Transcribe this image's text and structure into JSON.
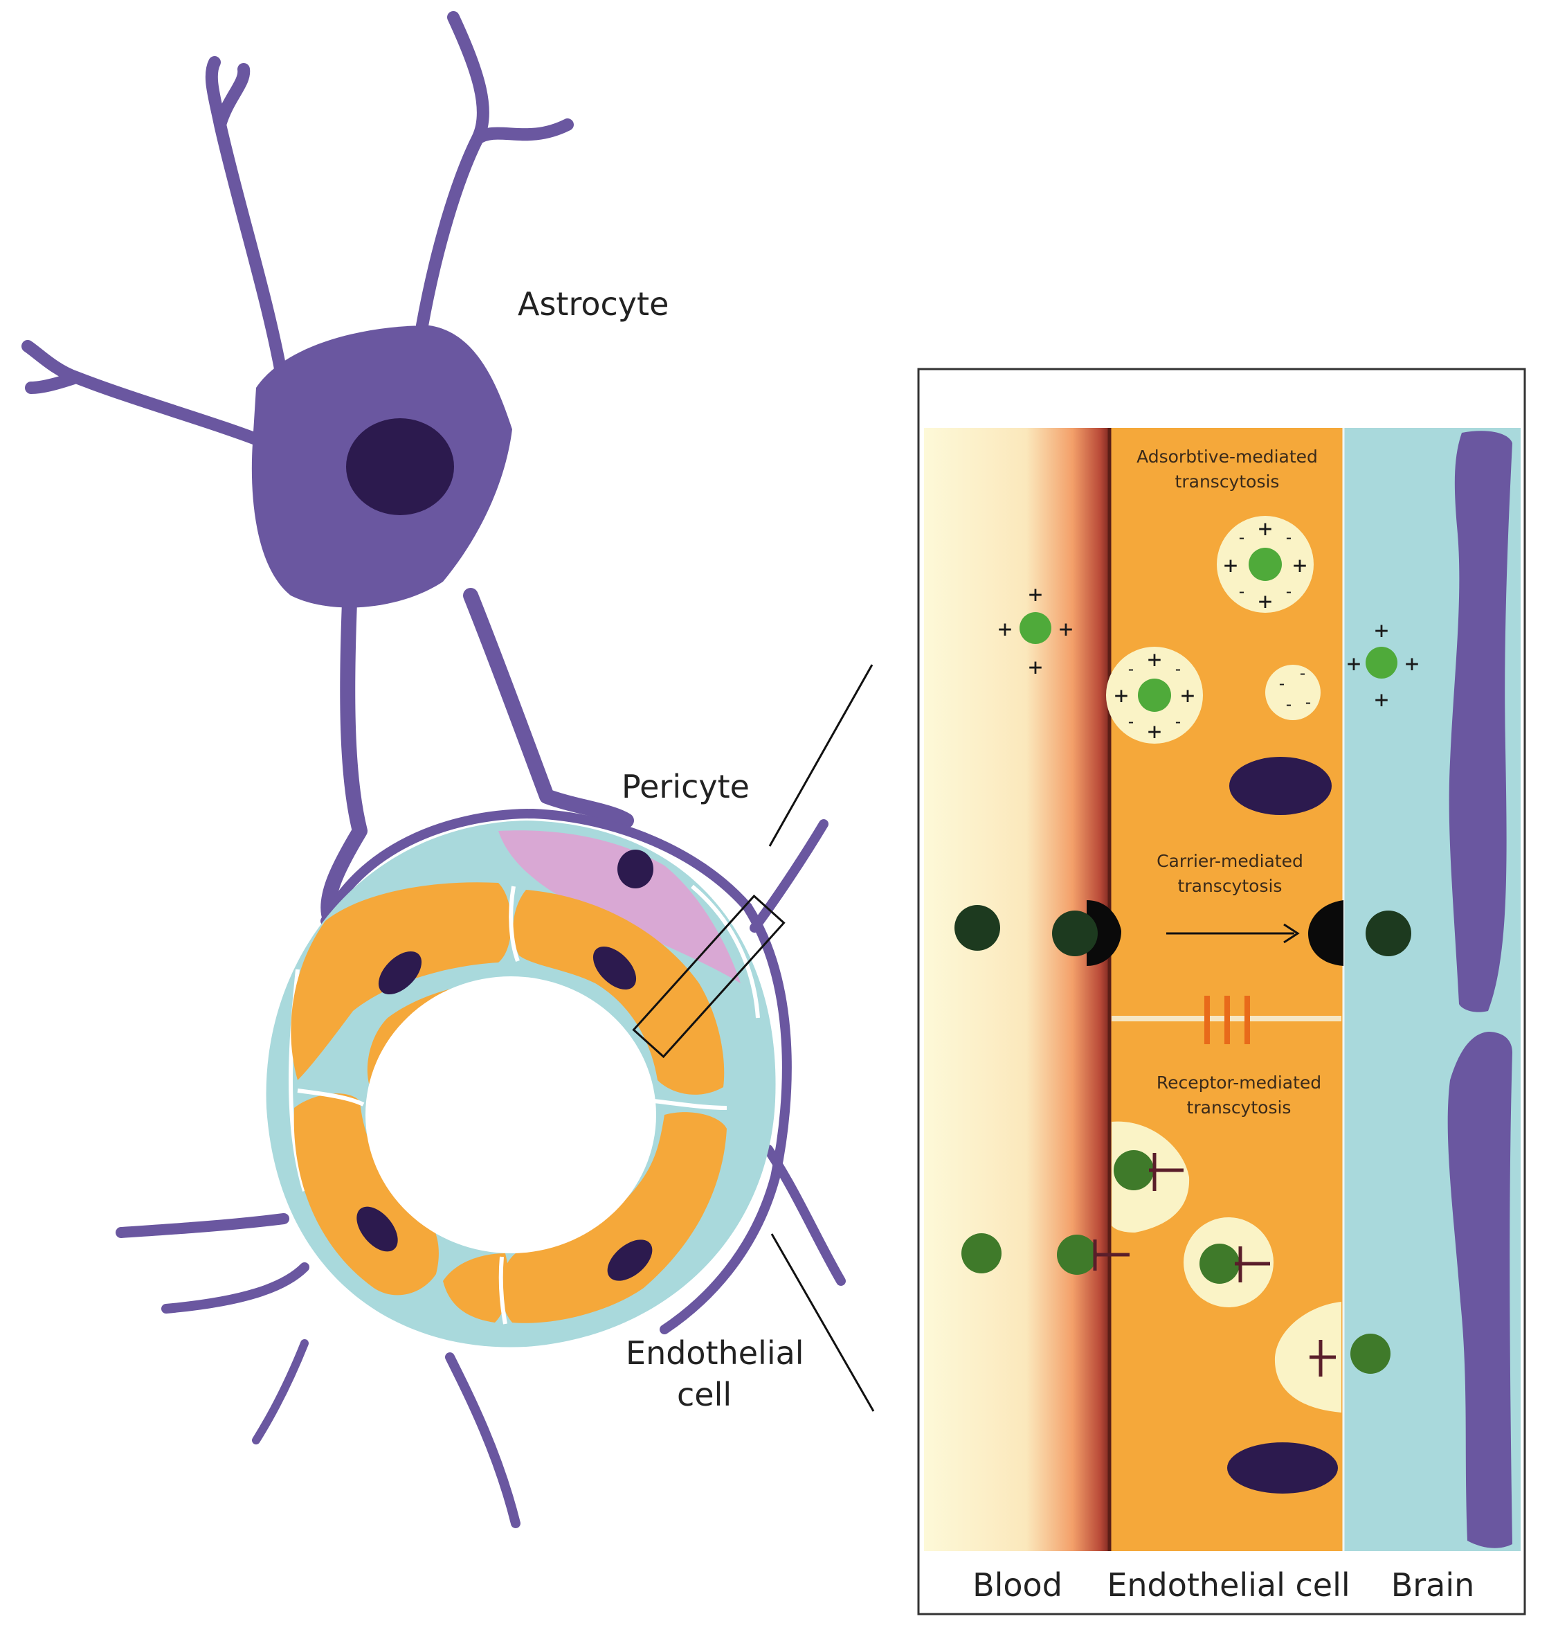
{
  "labels": {
    "astrocyte": "Astrocyte",
    "pericyte": "Pericyte",
    "endothelial_line1": "Endothelial",
    "endothelial_line2": "cell"
  },
  "panel": {
    "amt_line1": "Adsorbtive-mediated",
    "amt_line2": "transcytosis",
    "cmt_line1": "Carrier-mediated",
    "cmt_line2": "transcytosis",
    "rmt_line1": "Receptor-mediated",
    "rmt_line2": "transcytosis",
    "blood": "Blood",
    "endothelial": "Endothelial cell",
    "brain": "Brain"
  },
  "symbols": {
    "plus": "+",
    "minus": "-"
  },
  "colors": {
    "astrocyte": "#6a57a0",
    "nucleus": "#2c1a4e",
    "endothelium": "#f5a83a",
    "basement": "#a9d9dc",
    "pericyte": "#d9a8d4",
    "vesicle": "#faf3c6",
    "cargo_green": "#4faa3a",
    "carrier_dark": "#1d3a1f"
  }
}
